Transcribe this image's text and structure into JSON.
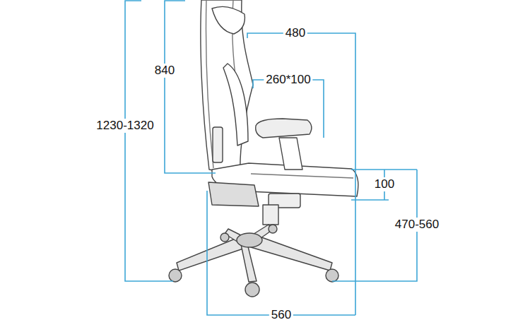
{
  "diagram": {
    "labels": [
      "480",
      "260*100",
      "840",
      "1230-1320",
      "100",
      "470-560",
      "560"
    ]
  }
}
